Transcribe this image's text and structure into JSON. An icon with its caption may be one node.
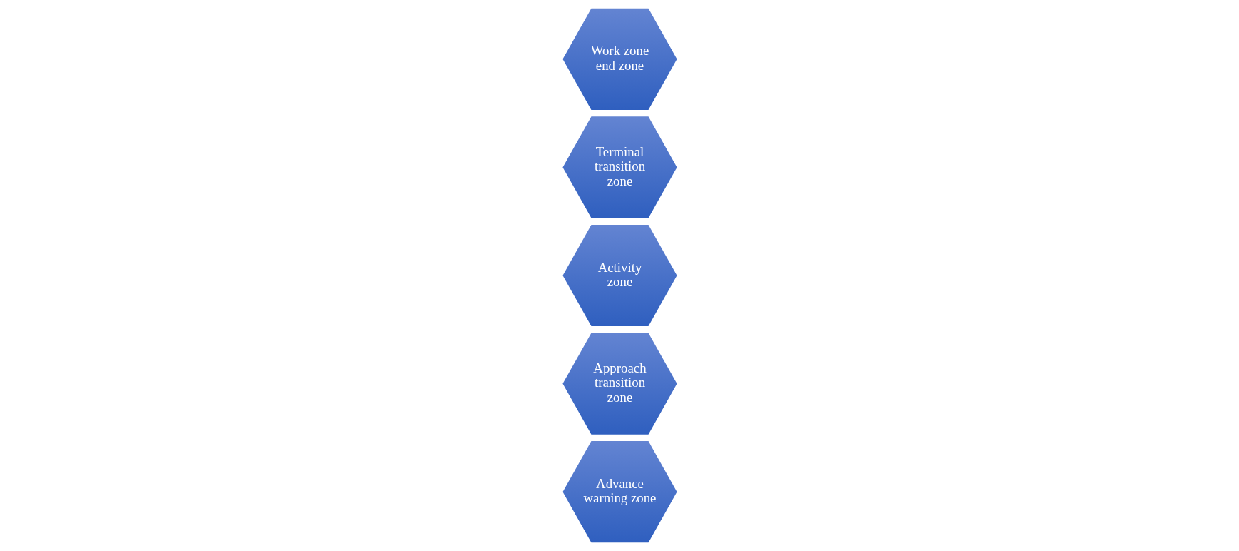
{
  "diagram": {
    "nodes": [
      {
        "text": [
          "Advance warning zone"
        ]
      },
      {
        "text": [
          "Approach transition zone"
        ]
      },
      {
        "text": [
          "Activity zone"
        ]
      },
      {
        "text": [
          "Terminal transition zone"
        ]
      },
      {
        "text": [
          "Work zone end zone"
        ]
      }
    ]
  }
}
